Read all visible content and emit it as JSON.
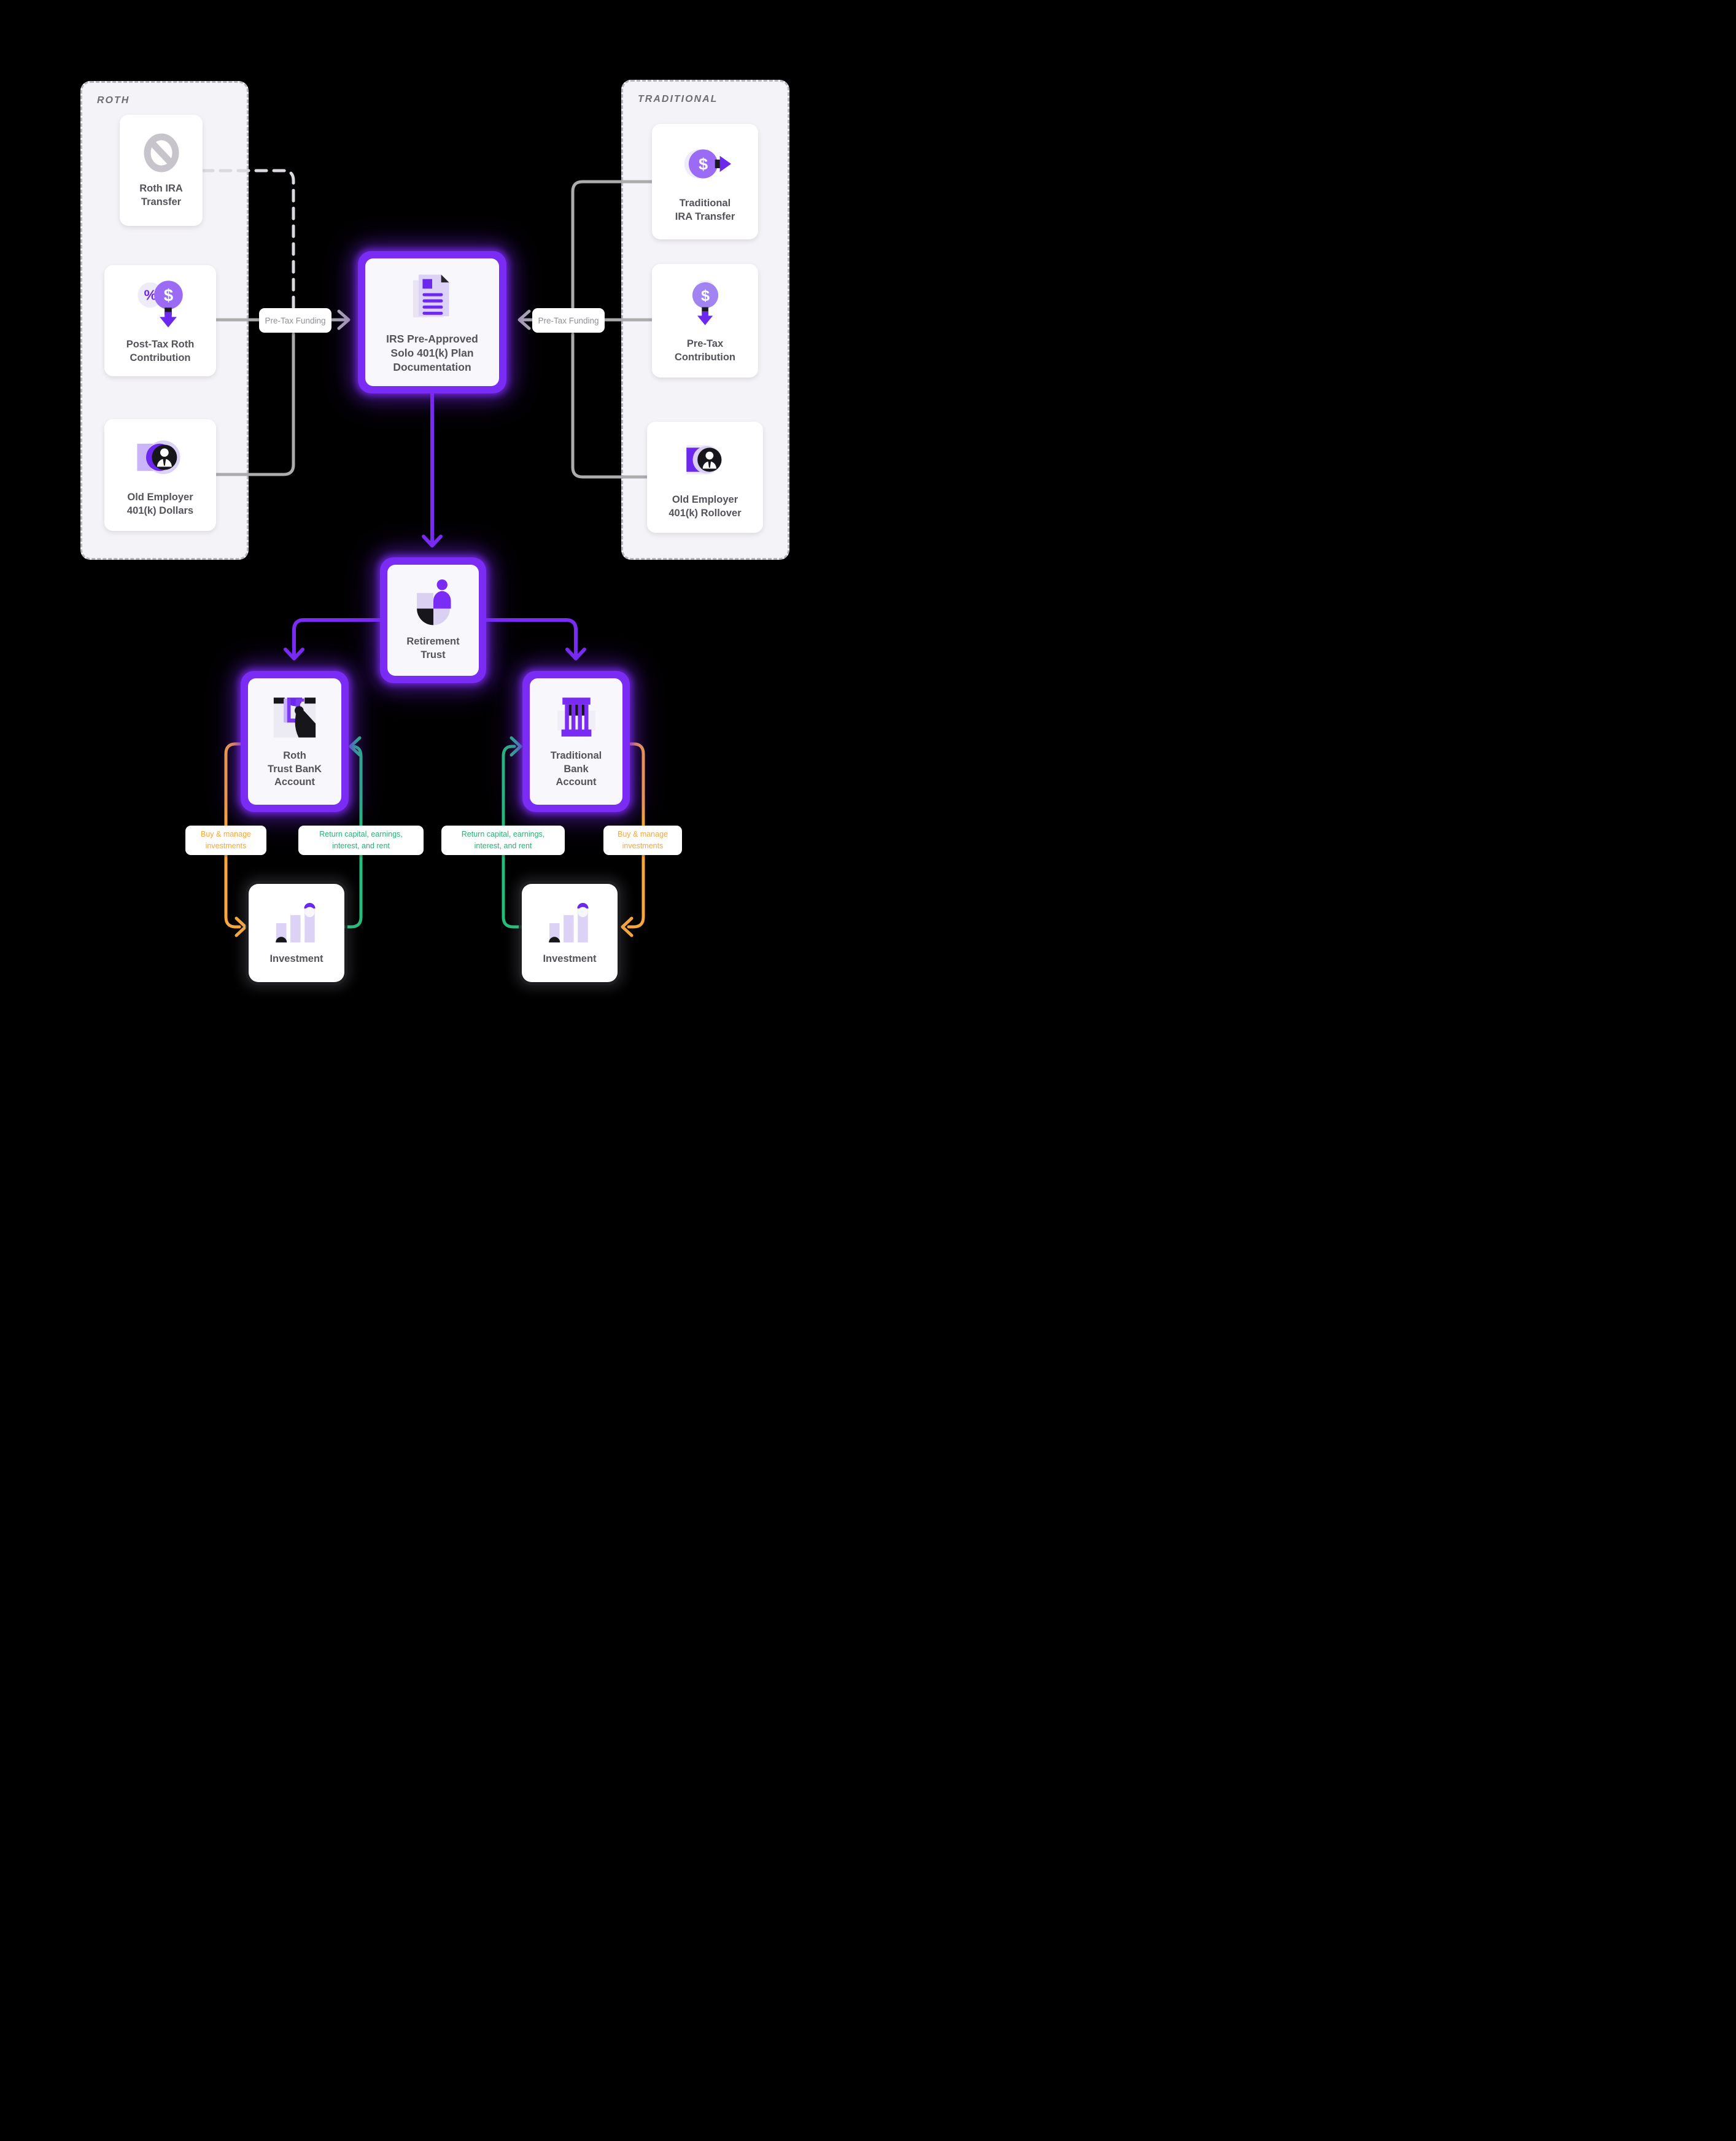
{
  "sections": {
    "roth": {
      "title": "ROTH"
    },
    "traditional": {
      "title": "TRADITIONAL"
    }
  },
  "cards": {
    "roth_ira_transfer": "Roth IRA\nTransfer",
    "post_tax_roth": "Post-Tax Roth\nContribution",
    "old_employer_dollars": "Old Employer\n401(k) Dollars",
    "irs_doc": "IRS Pre-Approved\nSolo 401(k) Plan\nDocumentation",
    "traditional_ira_transfer": "Traditional\nIRA Transfer",
    "pre_tax_contribution": "Pre-Tax\nContribution",
    "old_employer_rollover": "Old Employer\n401(k) Rollover",
    "retirement_trust": "Retirement\nTrust",
    "roth_bank": "Roth\nTrust BanK\nAccount",
    "traditional_bank": "Traditional\nBank\nAccount",
    "investment_left": "Investment",
    "investment_right": "Investment"
  },
  "connector_labels": {
    "pre_tax_funding_left": "Pre-Tax Funding",
    "pre_tax_funding_right": "Pre-Tax Funding",
    "buy_manage": "Buy & manage\ninvestments",
    "return_capital": "Return capital, earnings,\ninterest, and rent"
  },
  "colors": {
    "accent_purple": "#7A2BF4",
    "flow_green": "#22B573",
    "flow_orange": "#F9A63A",
    "wire_gray": "#ACACAC"
  }
}
